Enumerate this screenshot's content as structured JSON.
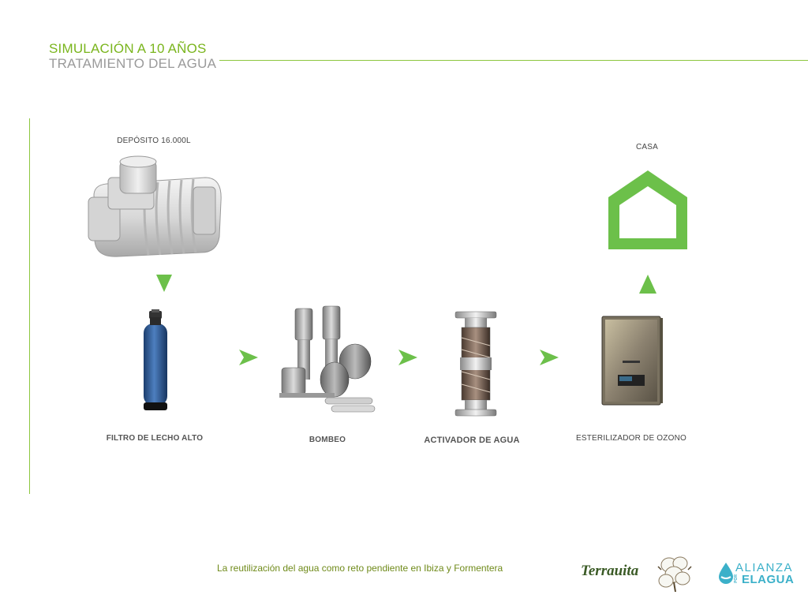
{
  "header": {
    "title": "SIMULACIÓN A 10 AÑOS",
    "subtitle": "TRATAMIENTO DEL AGUA"
  },
  "nodes": {
    "deposito": "DEPÓSITO 16.000L",
    "casa": "CASA",
    "filtro": "FILTRO DE LECHO ALTO",
    "bombeo": "BOMBEO",
    "activador": "ACTIVADOR DE AGUA",
    "esterilizador": "ESTERILIZADOR DE OZONO"
  },
  "footer": {
    "text": "La reutilización del agua como reto pendiente en Ibiza y Formentera"
  },
  "logos": {
    "terrauita": "Terrauita",
    "alianza_top": "ALIANZA",
    "alianza_por": "POR",
    "alianza_bottom": "ELAGUA"
  },
  "colors": {
    "accent_green": "#7ab51d",
    "arrow_green": "#6cc04a",
    "house_green": "#6cc04a",
    "subtitle_gray": "#9a9a9a",
    "water_blue": "#3bb0c9"
  }
}
